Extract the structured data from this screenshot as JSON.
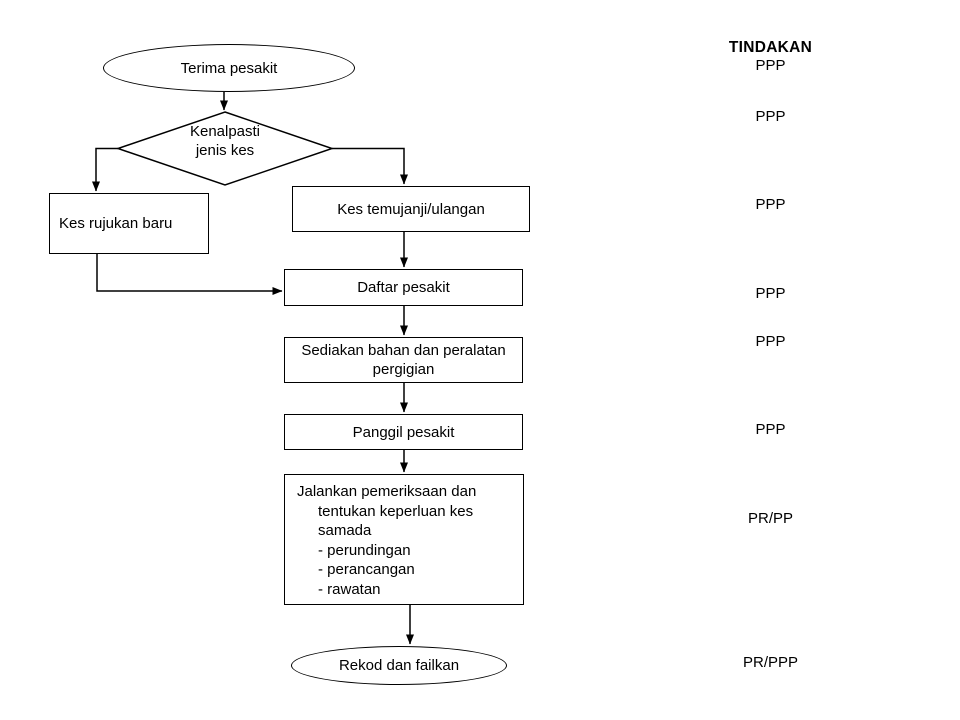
{
  "actions_column": {
    "header": "TINDAKAN",
    "items": [
      {
        "label": "PPP"
      },
      {
        "label": "PPP"
      },
      {
        "label": "PPP"
      },
      {
        "label": "PPP"
      },
      {
        "label": "PPP"
      },
      {
        "label": "PPP"
      },
      {
        "label": "PR/PP"
      },
      {
        "label": "PR/PPP"
      }
    ]
  },
  "flowchart": {
    "start": {
      "label": "Terima pesakit"
    },
    "decision": {
      "line1": "Kenalpasti",
      "line2": "jenis kes"
    },
    "new_referral": {
      "label": "Kes rujukan baru"
    },
    "appointment": {
      "label": "Kes temujanji/ulangan"
    },
    "register": {
      "label": "Daftar pesakit"
    },
    "prepare": {
      "line1": "Sediakan bahan dan peralatan",
      "line2": "pergigian"
    },
    "call": {
      "label": "Panggil pesakit"
    },
    "examine": {
      "line1": "Jalankan pemeriksaan dan",
      "line2": "tentukan keperluan kes",
      "line3": "samada",
      "line4": "- perundingan",
      "line5": "- perancangan",
      "line6": "- rawatan"
    },
    "end": {
      "label": "Rekod dan failkan"
    }
  },
  "colors": {
    "stroke": "#000000",
    "background": "#ffffff"
  }
}
